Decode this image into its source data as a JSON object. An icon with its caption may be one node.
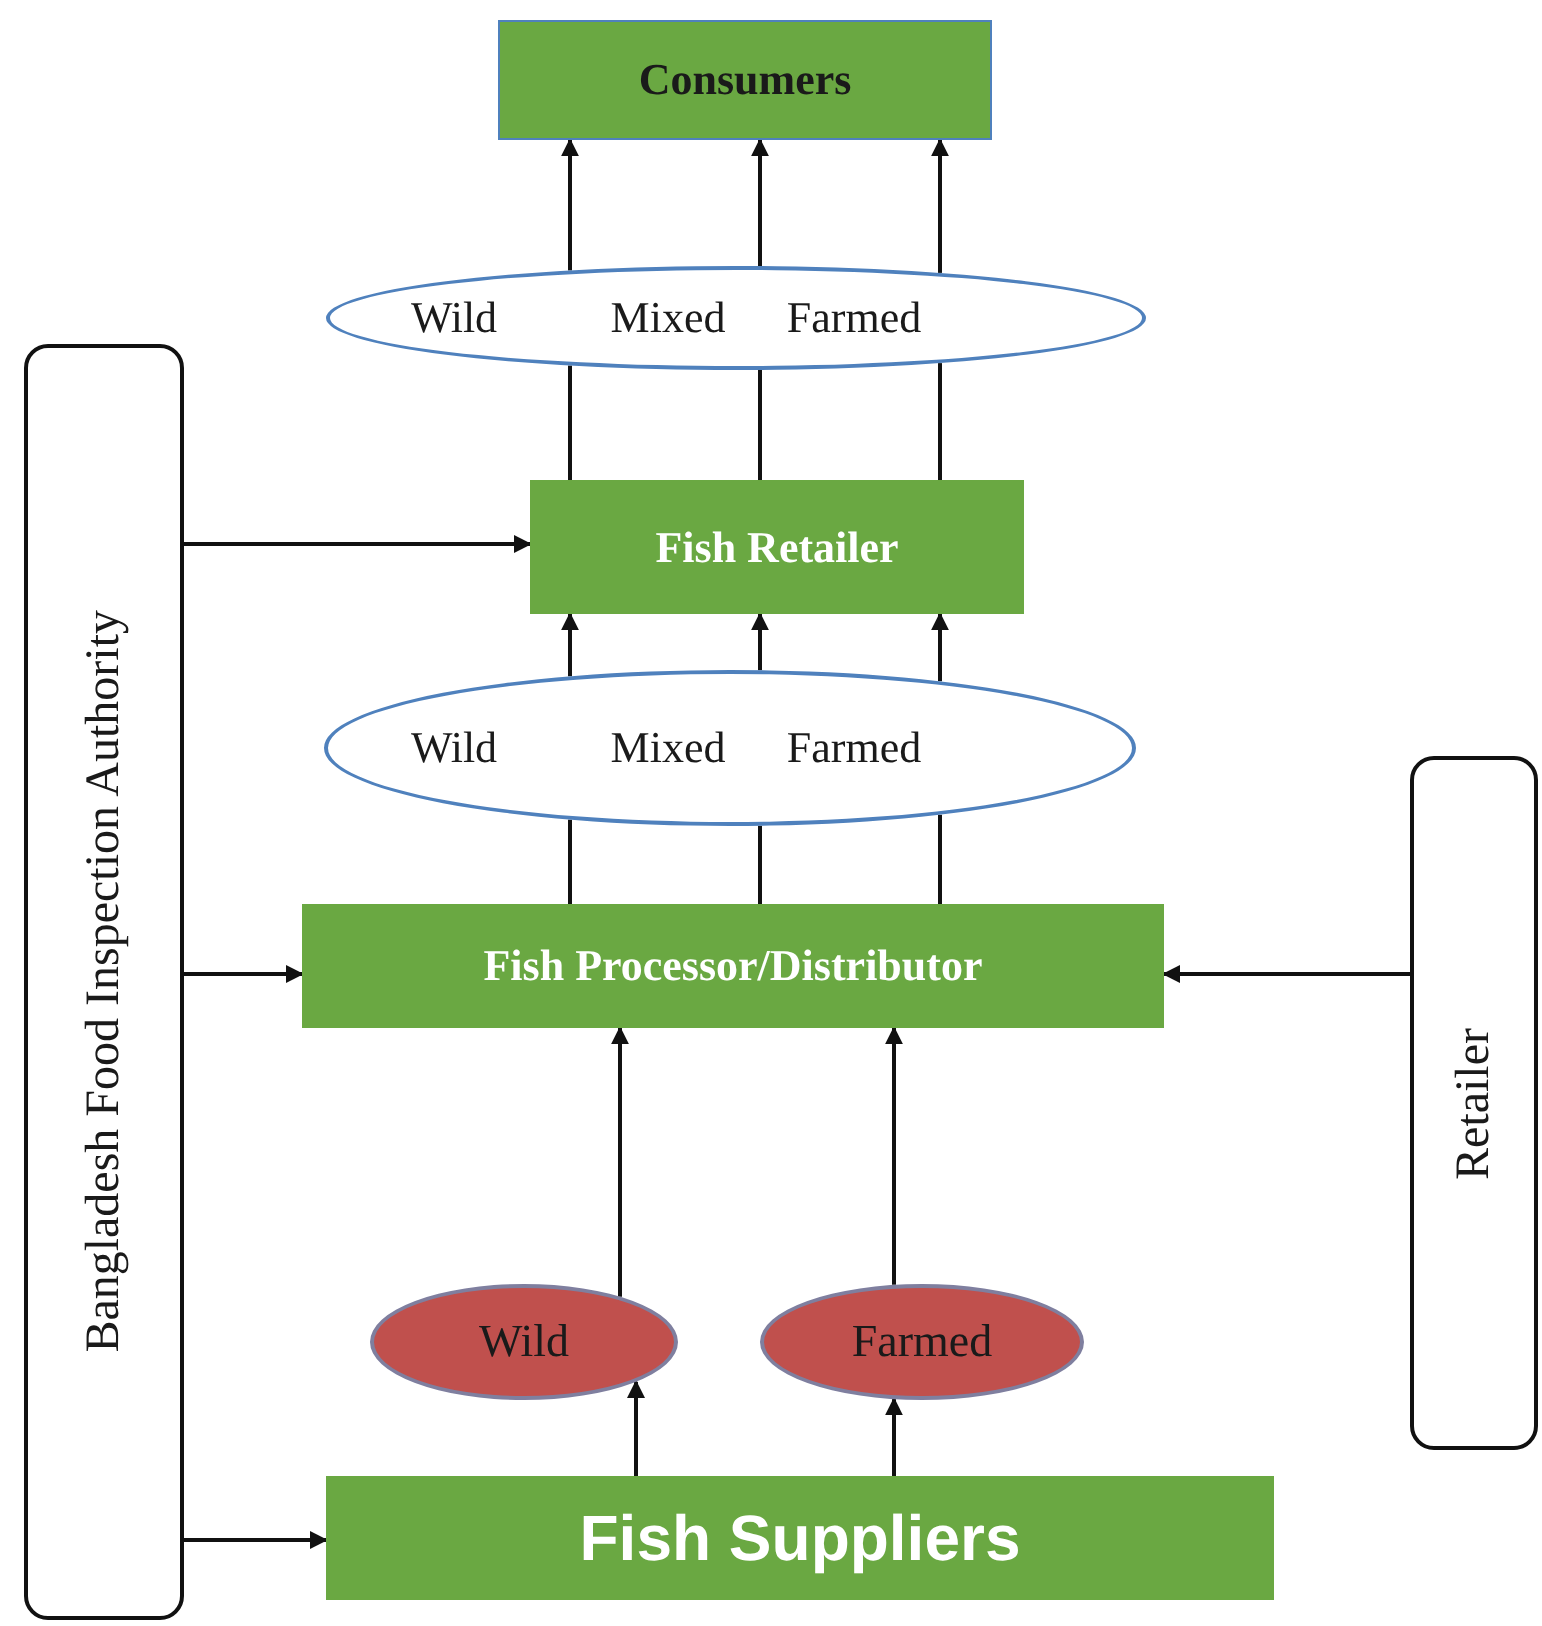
{
  "diagram": {
    "nodes": [
      {
        "text": [
          "Consumers"
        ]
      },
      {
        "text": [
          "Wild",
          "Mixed",
          "Farmed"
        ]
      },
      {
        "text": [
          "Bangladesh Food Inspection Authority"
        ]
      },
      {
        "text": [
          "Fish Retailer"
        ]
      },
      {
        "text": [
          "Wild",
          "Mixed",
          "Farmed"
        ]
      },
      {
        "text": [
          "Fish Processor/Distributor"
        ]
      },
      {
        "text": [
          "Retailer"
        ]
      },
      {
        "text": [
          "Wild"
        ]
      },
      {
        "text": [
          "Farmed"
        ]
      },
      {
        "text": [
          "Fish Suppliers"
        ]
      }
    ],
    "edges": [
      {
        "from": 3,
        "to": 1,
        "arrow": "none"
      },
      {
        "from": 3,
        "to": 1,
        "arrow": "none"
      },
      {
        "from": 3,
        "to": 1,
        "arrow": "none"
      },
      {
        "from": 1,
        "to": 0,
        "arrow": "to"
      },
      {
        "from": 1,
        "to": 0,
        "arrow": "to"
      },
      {
        "from": 1,
        "to": 0,
        "arrow": "to"
      },
      {
        "from": 2,
        "to": 3,
        "arrow": "to"
      },
      {
        "from": 5,
        "to": 4,
        "arrow": "none"
      },
      {
        "from": 5,
        "to": 4,
        "arrow": "none"
      },
      {
        "from": 5,
        "to": 4,
        "arrow": "none"
      },
      {
        "from": 4,
        "to": 3,
        "arrow": "to"
      },
      {
        "from": 4,
        "to": 3,
        "arrow": "to"
      },
      {
        "from": 4,
        "to": 3,
        "arrow": "to"
      },
      {
        "from": 2,
        "to": 5,
        "arrow": "to"
      },
      {
        "from": 6,
        "to": 5,
        "arrow": "to"
      },
      {
        "from": 7,
        "to": 5,
        "arrow": "to"
      },
      {
        "from": 8,
        "to": 5,
        "arrow": "to"
      },
      {
        "from": 9,
        "to": 7,
        "arrow": "to"
      },
      {
        "from": 9,
        "to": 8,
        "arrow": "to"
      },
      {
        "from": 2,
        "to": 9,
        "arrow": "to"
      }
    ]
  }
}
